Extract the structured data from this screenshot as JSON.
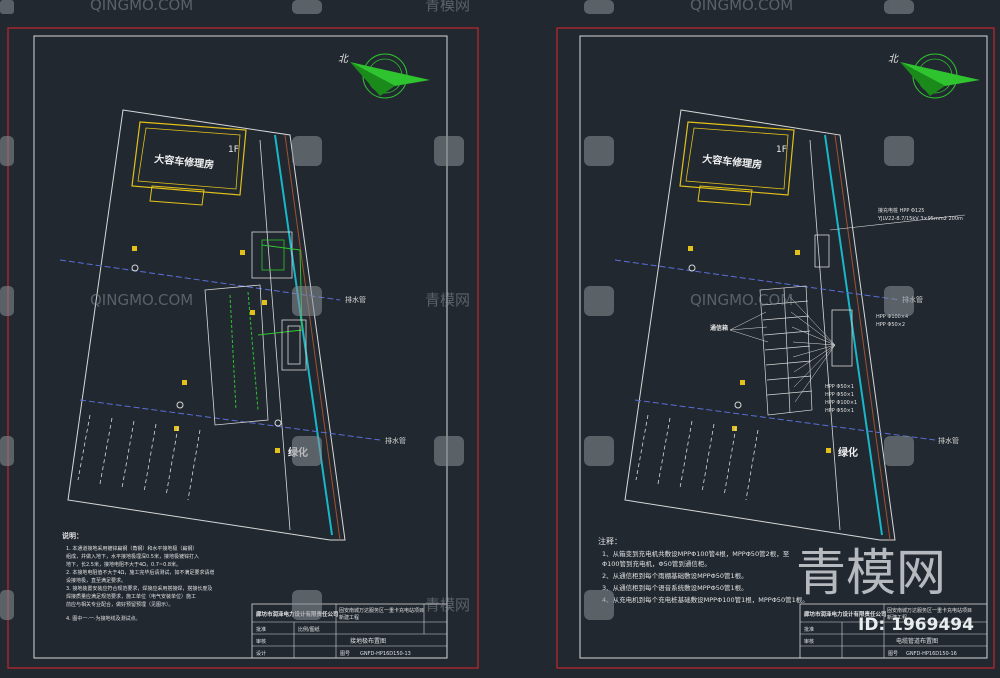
{
  "watermark": {
    "site_en": "QINGMO.COM",
    "site_cn": "青模网",
    "big_cn": "青模网",
    "id_label": "ID: 1969494"
  },
  "sheet_left": {
    "north_label": "北",
    "building_name": "大容车修理房",
    "floor_label": "1F",
    "drain_label_1": "排水管",
    "drain_label_2": "排水管",
    "green_label": "绿化",
    "notes_title": "说明：",
    "notes": [
      "1. 本通道接地采用镀锌扁钢（角钢）和水平接地极（扁钢）",
      "   组成，并做入地下，水平接地极埋深0.5米，接地极镀锌打入",
      "   地下，长2.5米，接地电阻不大于4Ω，0.7~0.8米。",
      "2. 本接地电阻值不大于4Ω，施工完毕后请测试，如不满足要求请增",
      "   设接地极，直至满足要求。",
      "3. 接地装置安装应符合规范要求，焊接应采用搭接焊，搭接长度及",
      "   焊接质量应满足规范要求，施工单位（电气安装单位）施工",
      "   前应与相关专业配合，做好预留预埋（见图示）。",
      "4. 图中一·一·为接地线及测试点。"
    ],
    "title_block": {
      "company": "廊坊市润泽电力设计有限责任公司",
      "project": "固安南城万达服务区一重卡充电站项目",
      "project_sub": "新建工程",
      "row_check": "批准",
      "row_review": "审核",
      "row_design": "设计",
      "scale": "比例/图纸",
      "drawing_name": "接地极布置图",
      "drawing_no_label": "图号",
      "drawing_no": "GNFD-HP16D150-13"
    }
  },
  "sheet_right": {
    "north_label": "北",
    "building_name": "大容车修理房",
    "floor_label": "1F",
    "cable_label_1": "接充电桩 HPP Φ125",
    "cable_label_2": "YJLV22-8.7/15kV 3×95mm2 200m",
    "conduit_labels": [
      "HPP Φ100×4",
      "HPP Φ50×2"
    ],
    "conduit_labels_lower": [
      "HPP Φ50×1",
      "HPP Φ50×1",
      "HPP Φ100×1",
      "HPP Φ50×1"
    ],
    "box_label": "通信箱",
    "drain_label_1": "排水管",
    "drain_label_2": "排水管",
    "green_label": "绿化",
    "notes_title": "注释：",
    "notes": [
      "1、从箱变到充电机共敷设MPPΦ100管4根，MPPΦ50管2根，至",
      "   Φ100管到充电机，Φ50管到通信柜。",
      "2、从通信柜到每个雨棚基础敷设MPPΦ50管1根。",
      "3、从通信柜到每个语音系统敷设MPPΦ50管1根。",
      "4、从充电机到每个充电桩基础敷设MPPΦ100管1根，MPPΦ50管1根。"
    ],
    "title_block": {
      "company": "廊坊市润泽电力设计有限责任公司",
      "project": "固安南城万达服务区一重卡充电站项目",
      "project_sub": "新建工程",
      "row_check": "批准",
      "row_review": "审核",
      "drawing_name": "电缆管道布置图",
      "drawing_no_label": "图号",
      "drawing_no": "GNFD-HP16D150-16"
    }
  },
  "colors": {
    "background": "#212830",
    "frame_red": "#c0282c",
    "lines_white": "#d8d8d8",
    "building_yellow": "#e2c21a",
    "green": "#2fc32f",
    "cyan": "#19b7c8",
    "blue_dash": "#5a6fd8",
    "brown": "#a0522d",
    "watermark": "#8a8f96"
  }
}
